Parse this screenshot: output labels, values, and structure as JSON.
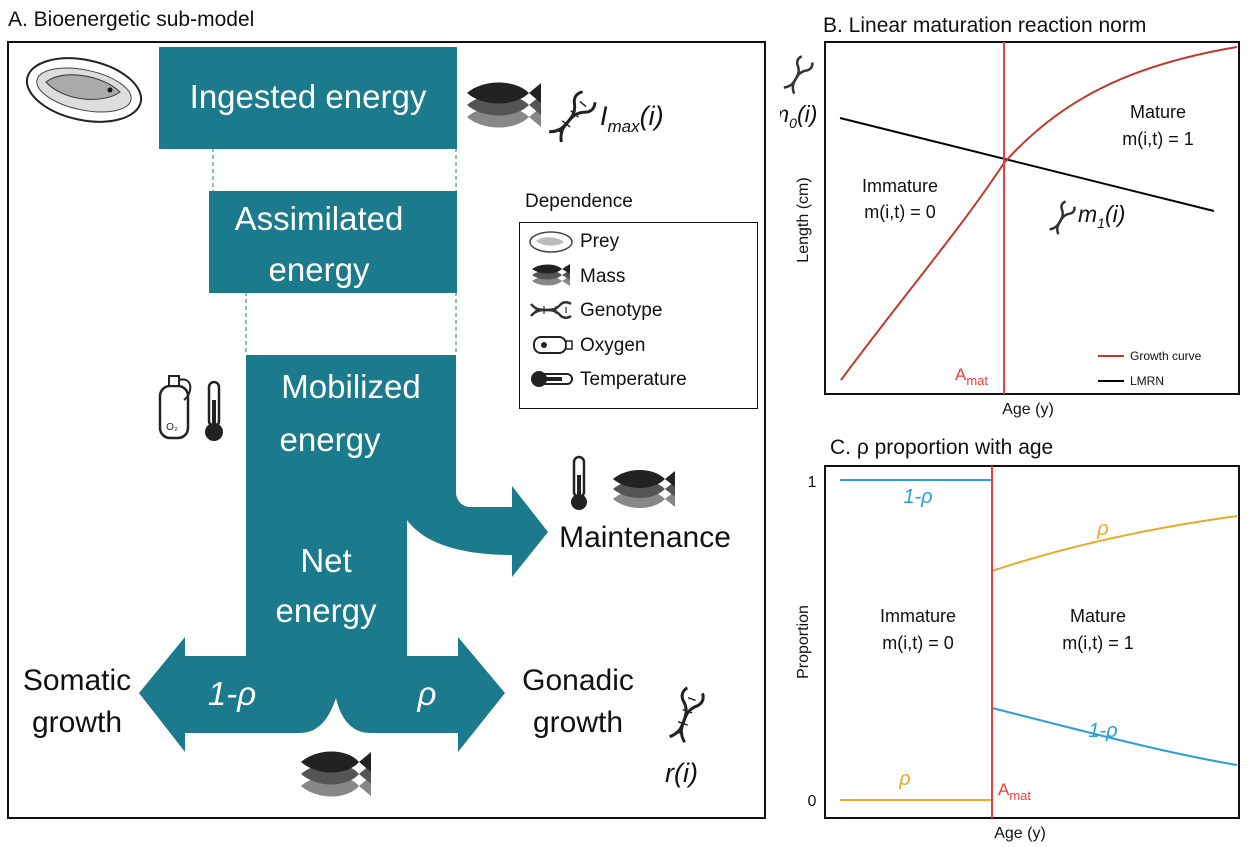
{
  "panel_a": {
    "title": "A. Bioenergetic sub-model",
    "boxes": {
      "ingested": "Ingested energy",
      "assimilated_line1": "Assimilated",
      "assimilated_line2": "energy",
      "mobilized_line1": "Mobilized",
      "mobilized_line2": "energy",
      "net_line1": "Net",
      "net_line2": "energy"
    },
    "arrows": {
      "maintenance": "Maintenance",
      "somatic_line1": "Somatic",
      "somatic_line2": "growth",
      "gonadic_line1": "Gonadic",
      "gonadic_line2": "growth",
      "one_minus_rho": "1-ρ",
      "rho": "ρ"
    },
    "genotype_labels": {
      "imax_base": "I",
      "imax_sub": "max",
      "imax_arg": "(i)",
      "r": "r(i)"
    },
    "legend": {
      "title": "Dependence",
      "items": [
        {
          "label": "Prey",
          "icon": "prey-icon"
        },
        {
          "label": "Mass",
          "icon": "fish-mass-icon"
        },
        {
          "label": "Genotype",
          "icon": "dna-icon"
        },
        {
          "label": "Oxygen",
          "icon": "oxygen-tank-icon"
        },
        {
          "label": "Temperature",
          "icon": "thermometer-icon"
        }
      ]
    },
    "colors": {
      "box": "#1b7a8c"
    }
  },
  "panel_b": {
    "title": "B. Linear maturation reaction norm",
    "xlabel": "Age (y)",
    "ylabel": "Length (cm)",
    "immature_line1": "Immature",
    "immature_line2": "m(i,t) = 0",
    "mature_line1": "Mature",
    "mature_line2": "m(i,t) = 1",
    "m0_base": "m",
    "m0_sub": "0",
    "m0_arg": "(i)",
    "m1_base": "m",
    "m1_sub": "1",
    "m1_arg": "(i)",
    "amat_base": "A",
    "amat_sub": "mat",
    "legend": [
      {
        "label": "Growth curve",
        "color": "#c0392b"
      },
      {
        "label": "LMRN",
        "color": "#000000"
      }
    ],
    "colors": {
      "growth": "#c0392b",
      "lmrn": "#000000",
      "amat_line": "#e8413c"
    }
  },
  "panel_c": {
    "title": "C. ρ proportion with age",
    "xlabel": "Age (y)",
    "ylabel": "Proportion",
    "tick_1": "1",
    "tick_0": "0",
    "immature_line1": "Immature",
    "immature_line2": "m(i,t) = 0",
    "mature_line1": "Mature",
    "mature_line2": "m(i,t) = 1",
    "one_minus_rho_top": "1-ρ",
    "rho_top": "ρ",
    "one_minus_rho_bottom": "1-ρ",
    "rho_bottom": "ρ",
    "amat_base": "A",
    "amat_sub": "mat",
    "colors": {
      "one_minus_rho": "#2a9fd6",
      "rho": "#e8a92a",
      "amat_line": "#e8413c"
    }
  }
}
